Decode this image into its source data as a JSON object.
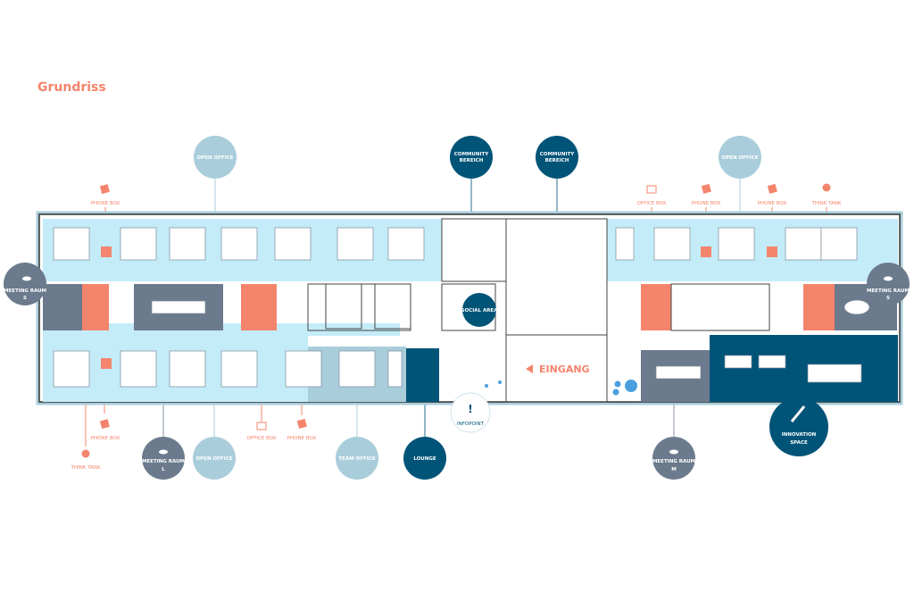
{
  "title": "Grundriss",
  "colors": {
    "accent": "#f4846c",
    "dark": "#005478",
    "light": "#a9cddb",
    "slate": "#6b7a8c",
    "band": "#c4ecf8"
  },
  "zones": {
    "open_office_1": "OPEN OFFICE",
    "community_1": [
      "COMMUNITY",
      "BEREICH"
    ],
    "community_2": [
      "COMMUNITY",
      "BEREICH"
    ],
    "open_office_2": "OPEN OFFICE",
    "meeting_s_left": [
      "MEETING RAUM",
      "S"
    ],
    "meeting_s_right": [
      "MEETING RAUM",
      "S"
    ],
    "meeting_l": [
      "MEETING RAUM",
      "L"
    ],
    "open_office_3": "OPEN OFFICE",
    "team_office": "TEAM OFFICE",
    "lounge": "LOUNGE",
    "meeting_m": [
      "MEETING RAUM",
      "M"
    ],
    "innovation": [
      "INNOVATION",
      "SPACE"
    ],
    "infopoint": "INFOPOINT",
    "social_area": "SOCIAL AREA",
    "entrance": "EINGANG"
  },
  "markers": {
    "phone_box": "PHONE BOX",
    "office_box": "OFFICE BOX",
    "think_tank": "THINK TANK"
  }
}
